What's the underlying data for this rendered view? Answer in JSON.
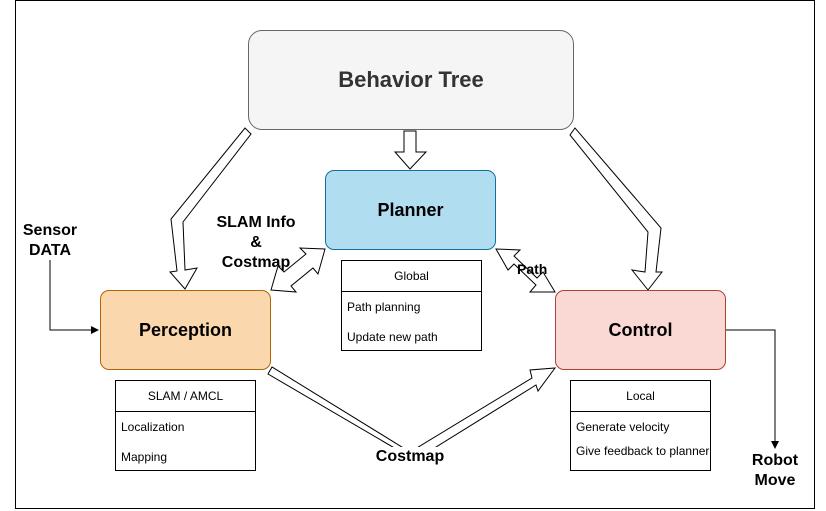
{
  "nodes": {
    "behavior_tree": "Behavior Tree",
    "planner": "Planner",
    "perception": "Perception",
    "control": "Control"
  },
  "tables": {
    "global": {
      "header": "Global",
      "rows": [
        "Path planning",
        "Update new path"
      ]
    },
    "slam": {
      "header": "SLAM / AMCL",
      "rows": [
        "Localization",
        "Mapping"
      ]
    },
    "local": {
      "header": "Local",
      "rows": [
        "Generate velocity",
        "Give feedback to planner"
      ]
    }
  },
  "labels": {
    "sensor_line1": "Sensor",
    "sensor_line2": "DATA",
    "slam_line1": "SLAM Info",
    "slam_line2": "&",
    "slam_line3": "Costmap",
    "path": "Path",
    "costmap": "Costmap",
    "robot_line1": "Robot",
    "robot_line2": "Move"
  },
  "colors": {
    "behavior_tree_fill": "#f5f5f5",
    "planner_fill": "#b1ddf0",
    "perception_fill": "#fad7ac",
    "control_fill": "#fad9d5"
  }
}
